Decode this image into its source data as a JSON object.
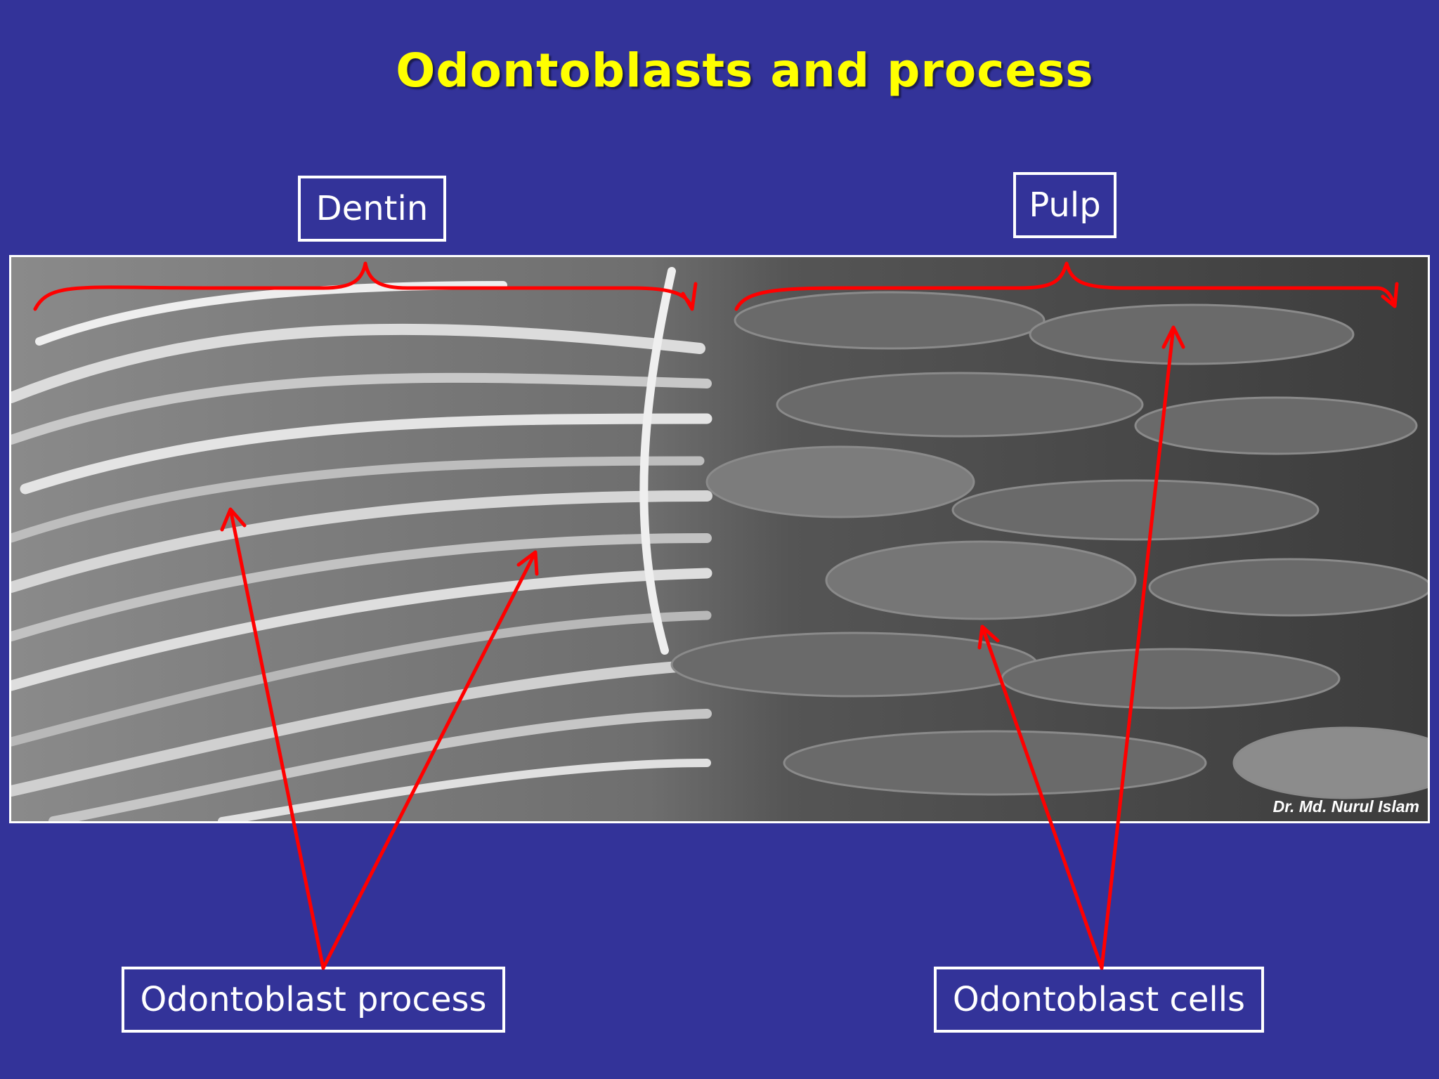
{
  "title": "Odontoblasts and process",
  "labels": {
    "dentin": "Dentin",
    "pulp": "Pulp",
    "odontoblast_process": "Odontoblast process",
    "odontoblast_cells": "Odontoblast cells"
  },
  "image_credit": "Dr. Md. Nurul Islam",
  "colors": {
    "background": "#333399",
    "title": "#ffff00",
    "annotation": "#ff0000",
    "label_text": "#ffffff"
  }
}
